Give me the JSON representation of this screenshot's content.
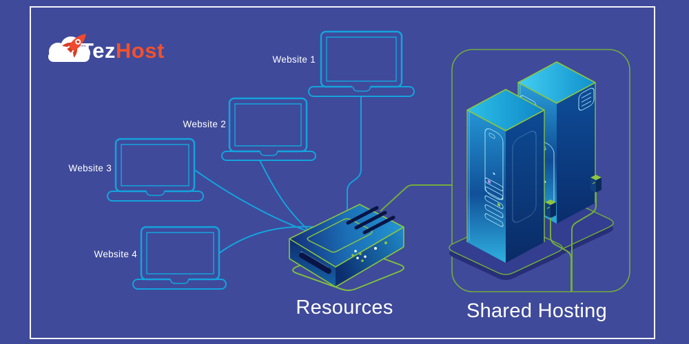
{
  "brand": {
    "primary": "Tez",
    "secondary": "Host"
  },
  "clients": [
    {
      "label": "Website 1"
    },
    {
      "label": "Website 2"
    },
    {
      "label": "Website 3"
    },
    {
      "label": "Website 4"
    }
  ],
  "hub": {
    "label": "Resources"
  },
  "hosting": {
    "label": "Shared Hosting",
    "server_count": 2
  },
  "colors": {
    "background": "#3f4a9a",
    "frame": "#f5f5fa",
    "device_outline": "#15a3dd",
    "accent_green": "#8ec63f",
    "cable_green": "#74ad3c",
    "brand_red": "#f0492f",
    "text": "#ffffff"
  }
}
